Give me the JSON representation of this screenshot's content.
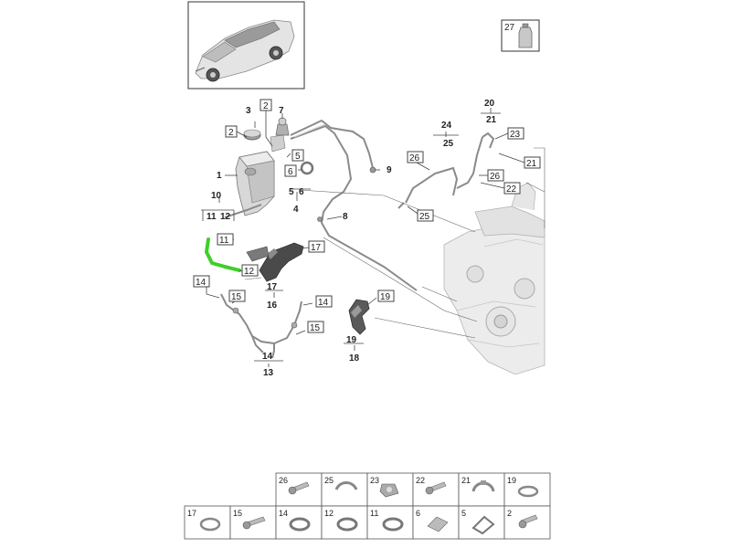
{
  "callouts": {
    "n1": "1",
    "n2a": "2",
    "n2b": "2",
    "n3": "3",
    "n4": "4",
    "n5a": "5",
    "n5b": "5",
    "n6a": "6",
    "n6b": "6",
    "n7": "7",
    "n8": "8",
    "n9": "9",
    "n10": "10",
    "n11a": "11",
    "n11b": "11",
    "n12a": "12",
    "n12b": "12",
    "n13": "13",
    "n14a": "14",
    "n14b": "14",
    "n14c": "14",
    "n15a": "15",
    "n15b": "15",
    "n16": "16",
    "n17a": "17",
    "n17b": "17",
    "n18": "18",
    "n19a": "19",
    "n19b": "19",
    "n20": "20",
    "n21a": "21",
    "n21b": "21",
    "n22": "22",
    "n23": "23",
    "n24": "24",
    "n25a": "25",
    "n25b": "25",
    "n26a": "26",
    "n26b": "26",
    "n27": "27"
  },
  "legend_top": [
    "26",
    "25",
    "23",
    "22",
    "21",
    "19"
  ],
  "legend_bottom": [
    "17",
    "15",
    "14",
    "12",
    "11",
    "6",
    "5",
    "2"
  ]
}
